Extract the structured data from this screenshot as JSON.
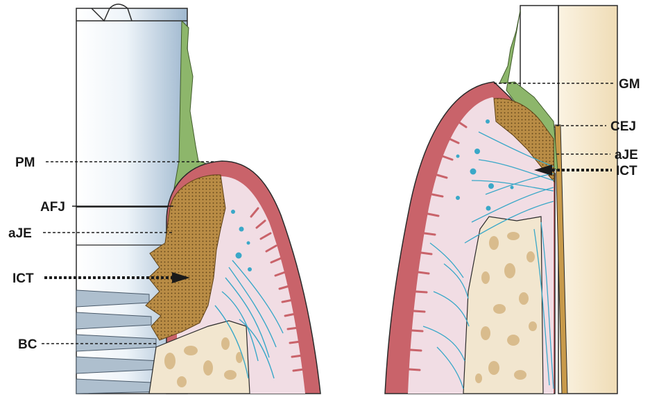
{
  "figure": {
    "left_panel": {
      "subject": "implant",
      "labels": {
        "pm": "PM",
        "afj": "AFJ",
        "aje": "aJE",
        "ict": "ICT",
        "bc": "BC"
      }
    },
    "right_panel": {
      "subject": "tooth",
      "labels": {
        "gm": "GM",
        "cej": "CEJ",
        "aje": "aJE",
        "ict": "ICT"
      }
    }
  },
  "colors": {
    "gingiva_outer": "#c9636a",
    "gingiva_inner": "#f1dde4",
    "junctional_tissue": "#b98c45",
    "plaque_green": "#8db66b",
    "fibers": "#3aa8c8",
    "bone": "#f2e6cf",
    "bone_holes": "#d9bc8d",
    "implant": "#c9d8e6",
    "tooth": "#f4e6c8",
    "cementum": "#c89a4a"
  }
}
